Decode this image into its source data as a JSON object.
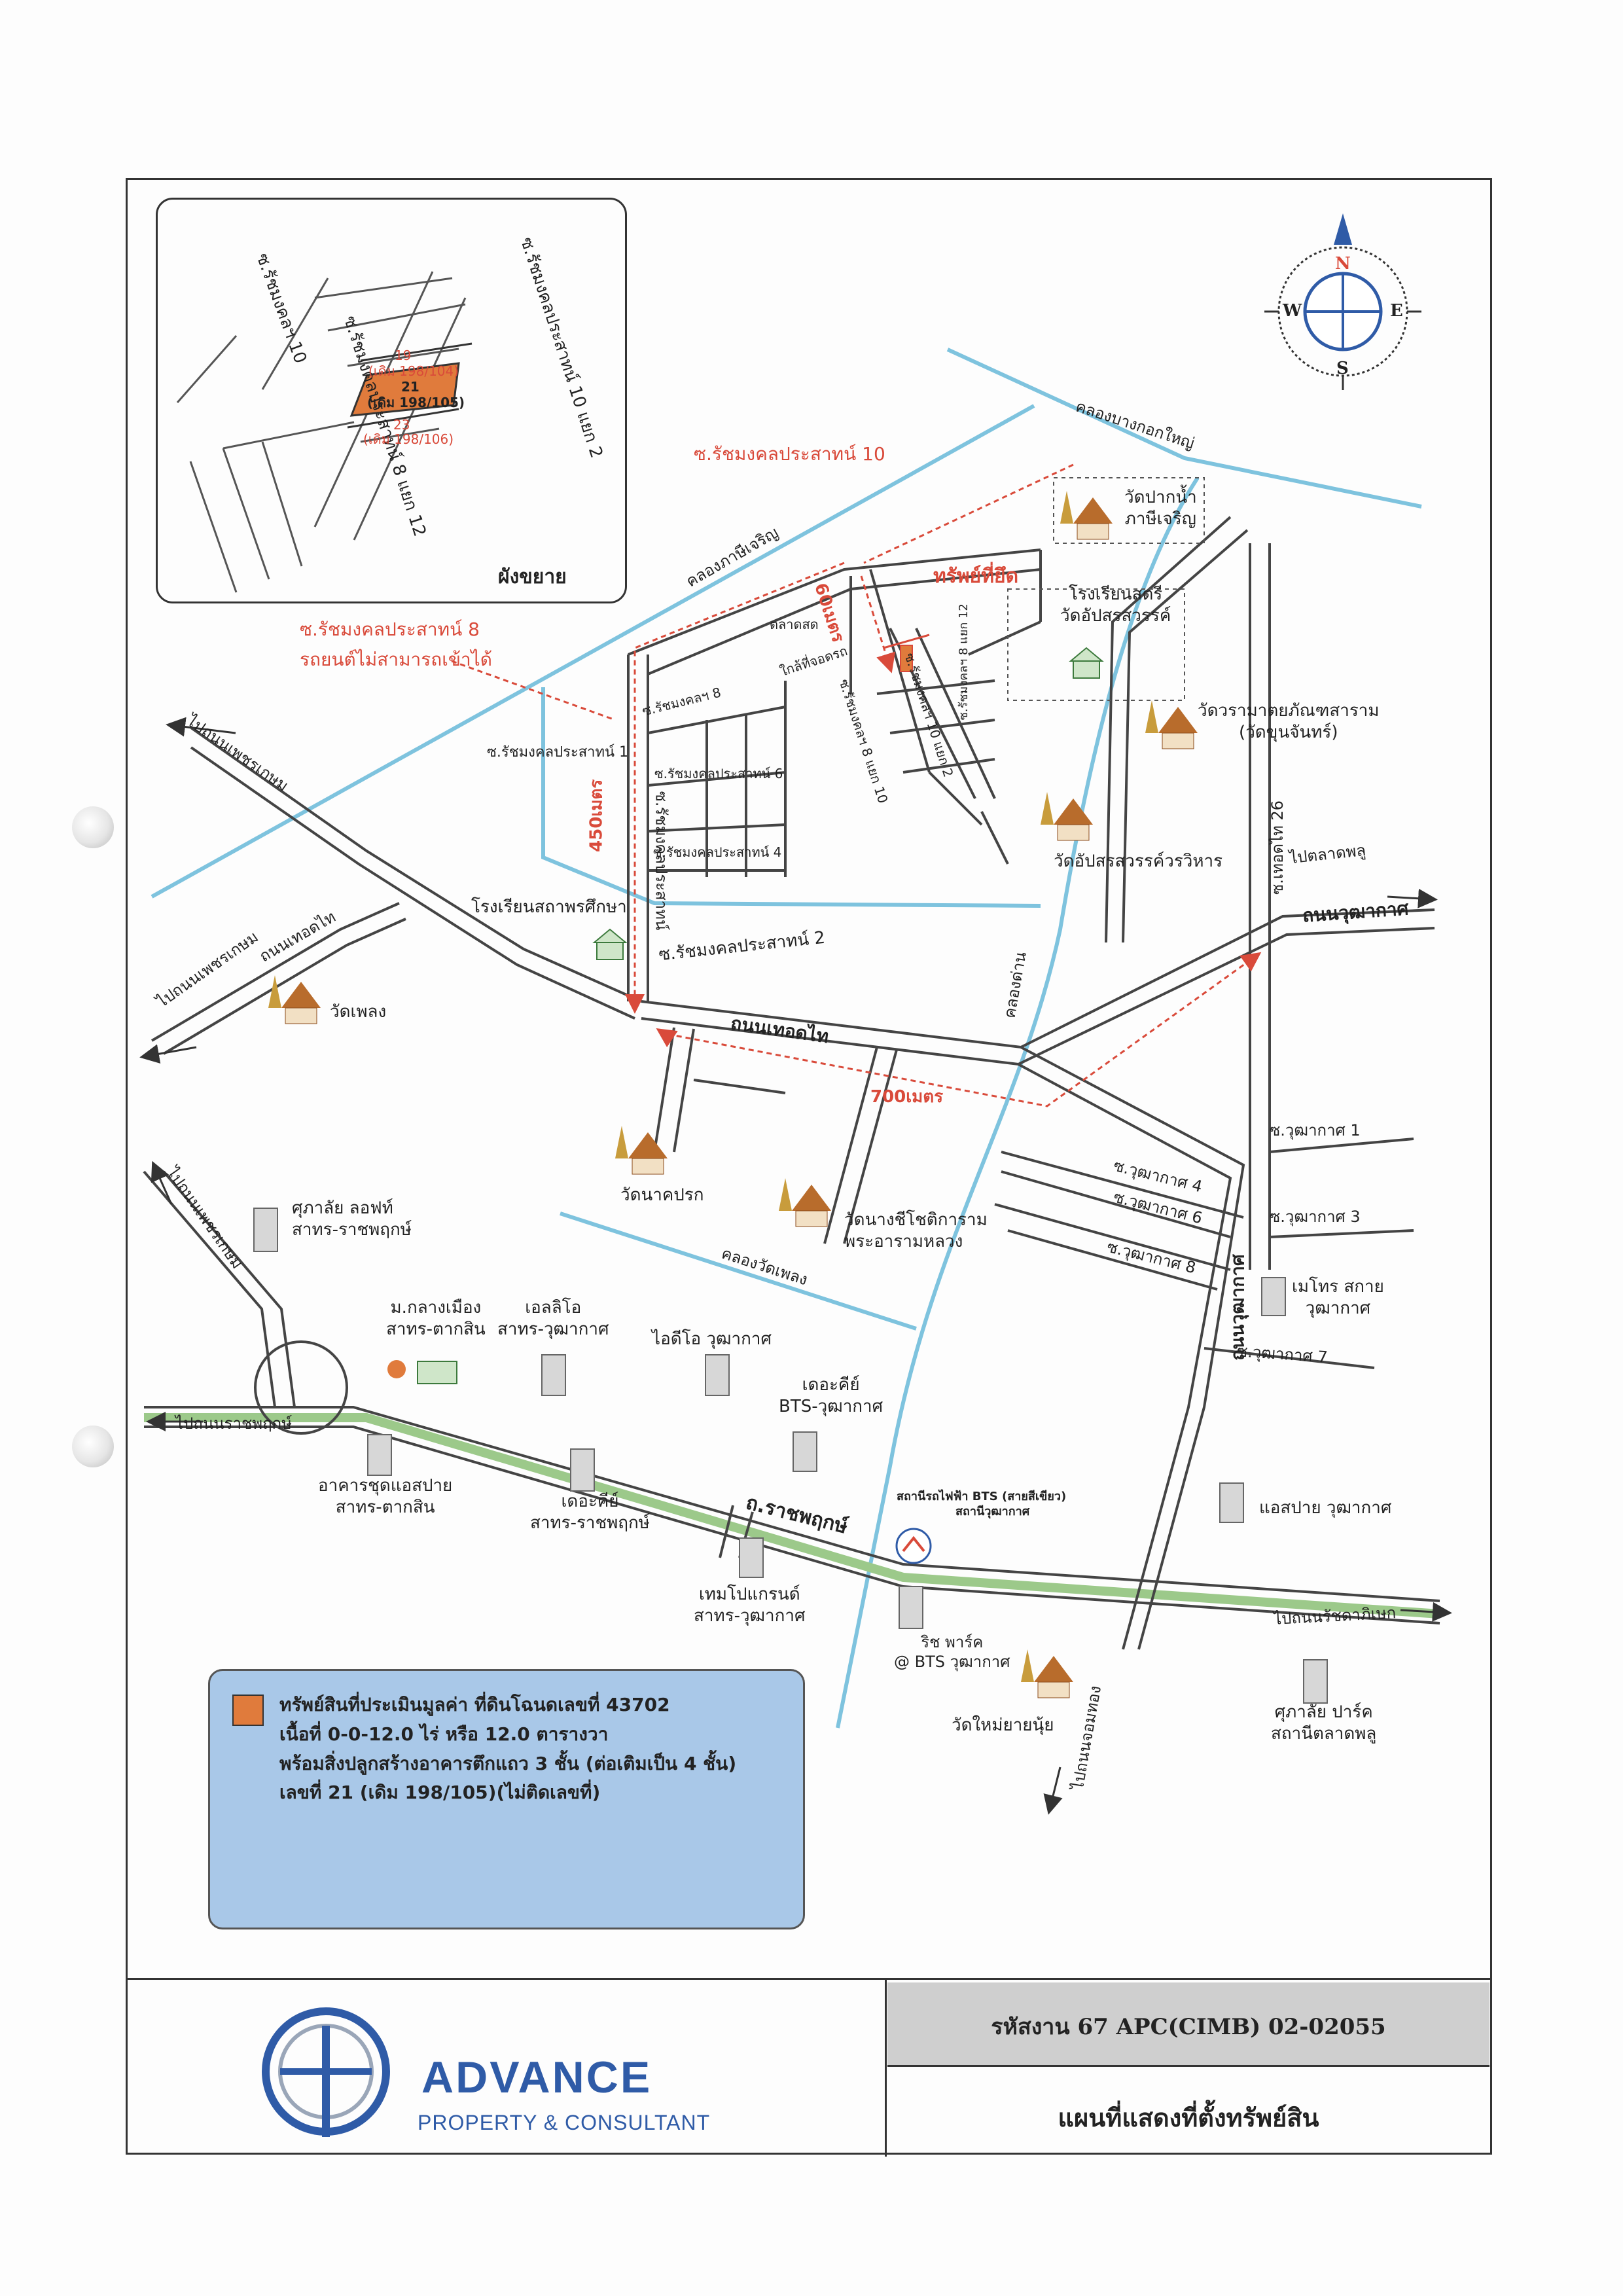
{
  "inset": {
    "title": "ผังขยาย",
    "roads": [
      "ซ.รัชมงคลฯ 10",
      "ซ.รัชมงคลประสาทน์ 10 แยก 2",
      "ซ.รัชมงคลประสาทน์ 8 แยก 12"
    ],
    "plots": [
      {
        "no": "19",
        "old": "(เดิม 198/104)"
      },
      {
        "no": "21",
        "old": "(เดิม 198/105)"
      },
      {
        "no": "23",
        "old": "(เดิม 198/106)"
      }
    ]
  },
  "compass": {
    "n": "N",
    "s": "S",
    "e": "E",
    "w": "W"
  },
  "annotations": {
    "soi10": "ซ.รัชมงคลประสาทน์ 10",
    "subject": "ทรัพย์ที่ยึด",
    "soi8": "ซ.รัชมงคลประสาทน์ 8",
    "no_car": "รถยนต์ไม่สามารถเข้าได้",
    "d60": "60เมตร",
    "d450": "450เมตร",
    "d700": "700เมตร"
  },
  "canals": {
    "c1": "คลองบางกอกใหญ่",
    "c2": "คลองภาษีเจริญ",
    "c3": "คลองด่าน",
    "c4": "คลองวัดเพลง"
  },
  "roads": {
    "petkasem1": "ไปถนนเพชรเกษม",
    "petkasem2": "ไปถนนเพชรเกษม",
    "petkasem3": "ไปถนนเพชรเกษม",
    "thoedthai_branch": "ถนนเทอดไท",
    "thoedthai": "ถนนเทอดไท",
    "taladplu": "ไปตลาดพลู",
    "wutthakat": "ถนนวุฒากาศ",
    "thoedthai26": "ซ.เทอดไท 26",
    "wutthakat_rd": "ถนนวุฒากาศ",
    "ratchaphruek": "ไปถนนราชพฤกษ์",
    "ratchaphruek_rd": "ถ.ราชพฤกษ์",
    "ratchadaphisek": "ไปถนนรัชดาภิเษก",
    "chomthong": "ไปถนนจอมทอง",
    "r_main": "ซ.รัชมงคลประสาทน์",
    "r1": "ซ.รัชมงคลประสาทน์ 1",
    "r2": "ซ.รัชมงคลประสาทน์ 2",
    "r4": "ซ.รัชมงคลประสาทน์ 4",
    "r6": "ซ.รัชมงคลประสาทน์ 6",
    "r8": "ซ.รัชมงคลฯ 8",
    "r8y10": "ซ.รัชมงคลฯ 8 แยก 10",
    "r10y2": "ซ.รัชมงคลฯ 10 แยก 2",
    "r8y12": "ซ.รัชมงคลฯ 8 แยก 12",
    "market": "ตลาดสด",
    "nearmarket": "ใกล้ที่จอดรถ",
    "w1": "ซ.วุฒากาศ 1",
    "w3": "ซ.วุฒากาศ 3",
    "w4": "ซ.วุฒากาศ 4",
    "w6": "ซ.วุฒากาศ 6",
    "w7": "ซ.วุฒากาศ 7",
    "w8": "ซ.วุฒากาศ 8"
  },
  "places": {
    "wat_paknam": [
      "วัดปากน้ำ",
      "ภาษีเจริญ"
    ],
    "school_satree": [
      "โรงเรียนสตรี",
      "วัดอัปสรสวรรค์"
    ],
    "wat_woraram": [
      "วัดวรามาตยภัณฑสาราม",
      "(วัดขุนจันทร์)"
    ],
    "wat_apson": [
      "วัดอัปสรสวรรค์วรวิหาร"
    ],
    "school_sathaphon": [
      "โรงเรียนสถาพรศึกษา"
    ],
    "wat_phleng": [
      "วัดเพลง"
    ],
    "wat_nakprok": [
      "วัดนาคปรก"
    ],
    "wat_nangchi": [
      "วัดนางชีโชติการาม",
      "พระอารามหลวง"
    ],
    "supalai_loft": [
      "ศุภาลัย ลอฟท์",
      "สาทร-ราชพฤกษ์"
    ],
    "univ": [
      "ม.กลางเมือง",
      "สาทร-ตากสิน"
    ],
    "lpn_sathorn": [
      "เอลลิโอ",
      "สาทร-วุฒากาศ"
    ],
    "ideo": [
      "ไอดีโอ วุฒากาศ"
    ],
    "thekey_bts": [
      "เดอะคีย์",
      "BTS-วุฒากาศ"
    ],
    "condo_sathorn": [
      "อาคารชุดแอสปาย",
      "สาทร-ตากสิน"
    ],
    "thekey_rat": [
      "เดอะคีย์",
      "สาทร-ราชพฤกษ์"
    ],
    "templegrand": [
      "เทมโปแกรนด์",
      "สาทร-วุฒากาศ"
    ],
    "bts": [
      "สถานีรถไฟฟ้า BTS (สายสีเขียว)",
      "สถานีวุฒากาศ"
    ],
    "rich_park": [
      "ริช พาร์ค",
      "@ BTS วุฒากาศ"
    ],
    "wat_mai": [
      "วัดใหม่ยายนุ้ย"
    ],
    "metro": [
      "เมโทร สกาย",
      "วุฒากาศ"
    ],
    "aspire": [
      "แอสปาย วุฒากาศ"
    ],
    "supalai_park": [
      "ศุภาลัย ปาร์ค",
      "สถานีตลาดพลู"
    ]
  },
  "legend": {
    "line1": "ทรัพย์สินที่ประเมินมูลค่า ที่ดินโฉนดเลขที่ 43702",
    "line2": "เนื้อที่ 0-0-12.0 ไร่ หรือ 12.0 ตารางวา",
    "line3": "พร้อมสิ่งปลูกสร้างอาคารตึกแถว 3 ชั้น (ต่อเติมเป็น 4 ชั้น)",
    "line4": "เลขที่ 21 (เดิม 198/105)(ไม่ติดเลขที่)"
  },
  "footer": {
    "brand": "ADVANCE",
    "brand_sub": "PROPERTY & CONSULTANT",
    "code": "รหัสงาน   67 APC(CIMB) 02-02055",
    "title": "แผนที่แสดงที่ตั้งทรัพย์สิน"
  },
  "colors": {
    "canal": "#7ec3de",
    "road": "#444444",
    "bts_line": "#9cc98a",
    "subject": "#e07b3c",
    "route": "#d94a3a"
  }
}
